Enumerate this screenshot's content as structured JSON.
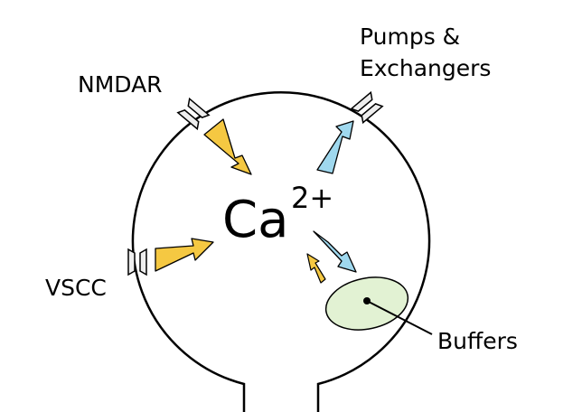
{
  "labels": {
    "nmdar": "NMDAR",
    "pumps_line1": "Pumps &",
    "pumps_line2": "Exchangers",
    "vscc": "VSCC",
    "buffers": "Buffers",
    "ion_symbol": "Ca",
    "ion_charge": "2+"
  },
  "colors": {
    "influx_arrow": "#f5c842",
    "efflux_arrow": "#9fd8ee",
    "buffer_fill": "#e2f2d3",
    "channel_fill": "#eeeeee",
    "outline": "#000000"
  },
  "icons": {
    "nmdar_channel": "ion-channel-icon",
    "pump_channel": "ion-channel-icon",
    "vscc_channel": "ion-channel-icon"
  }
}
